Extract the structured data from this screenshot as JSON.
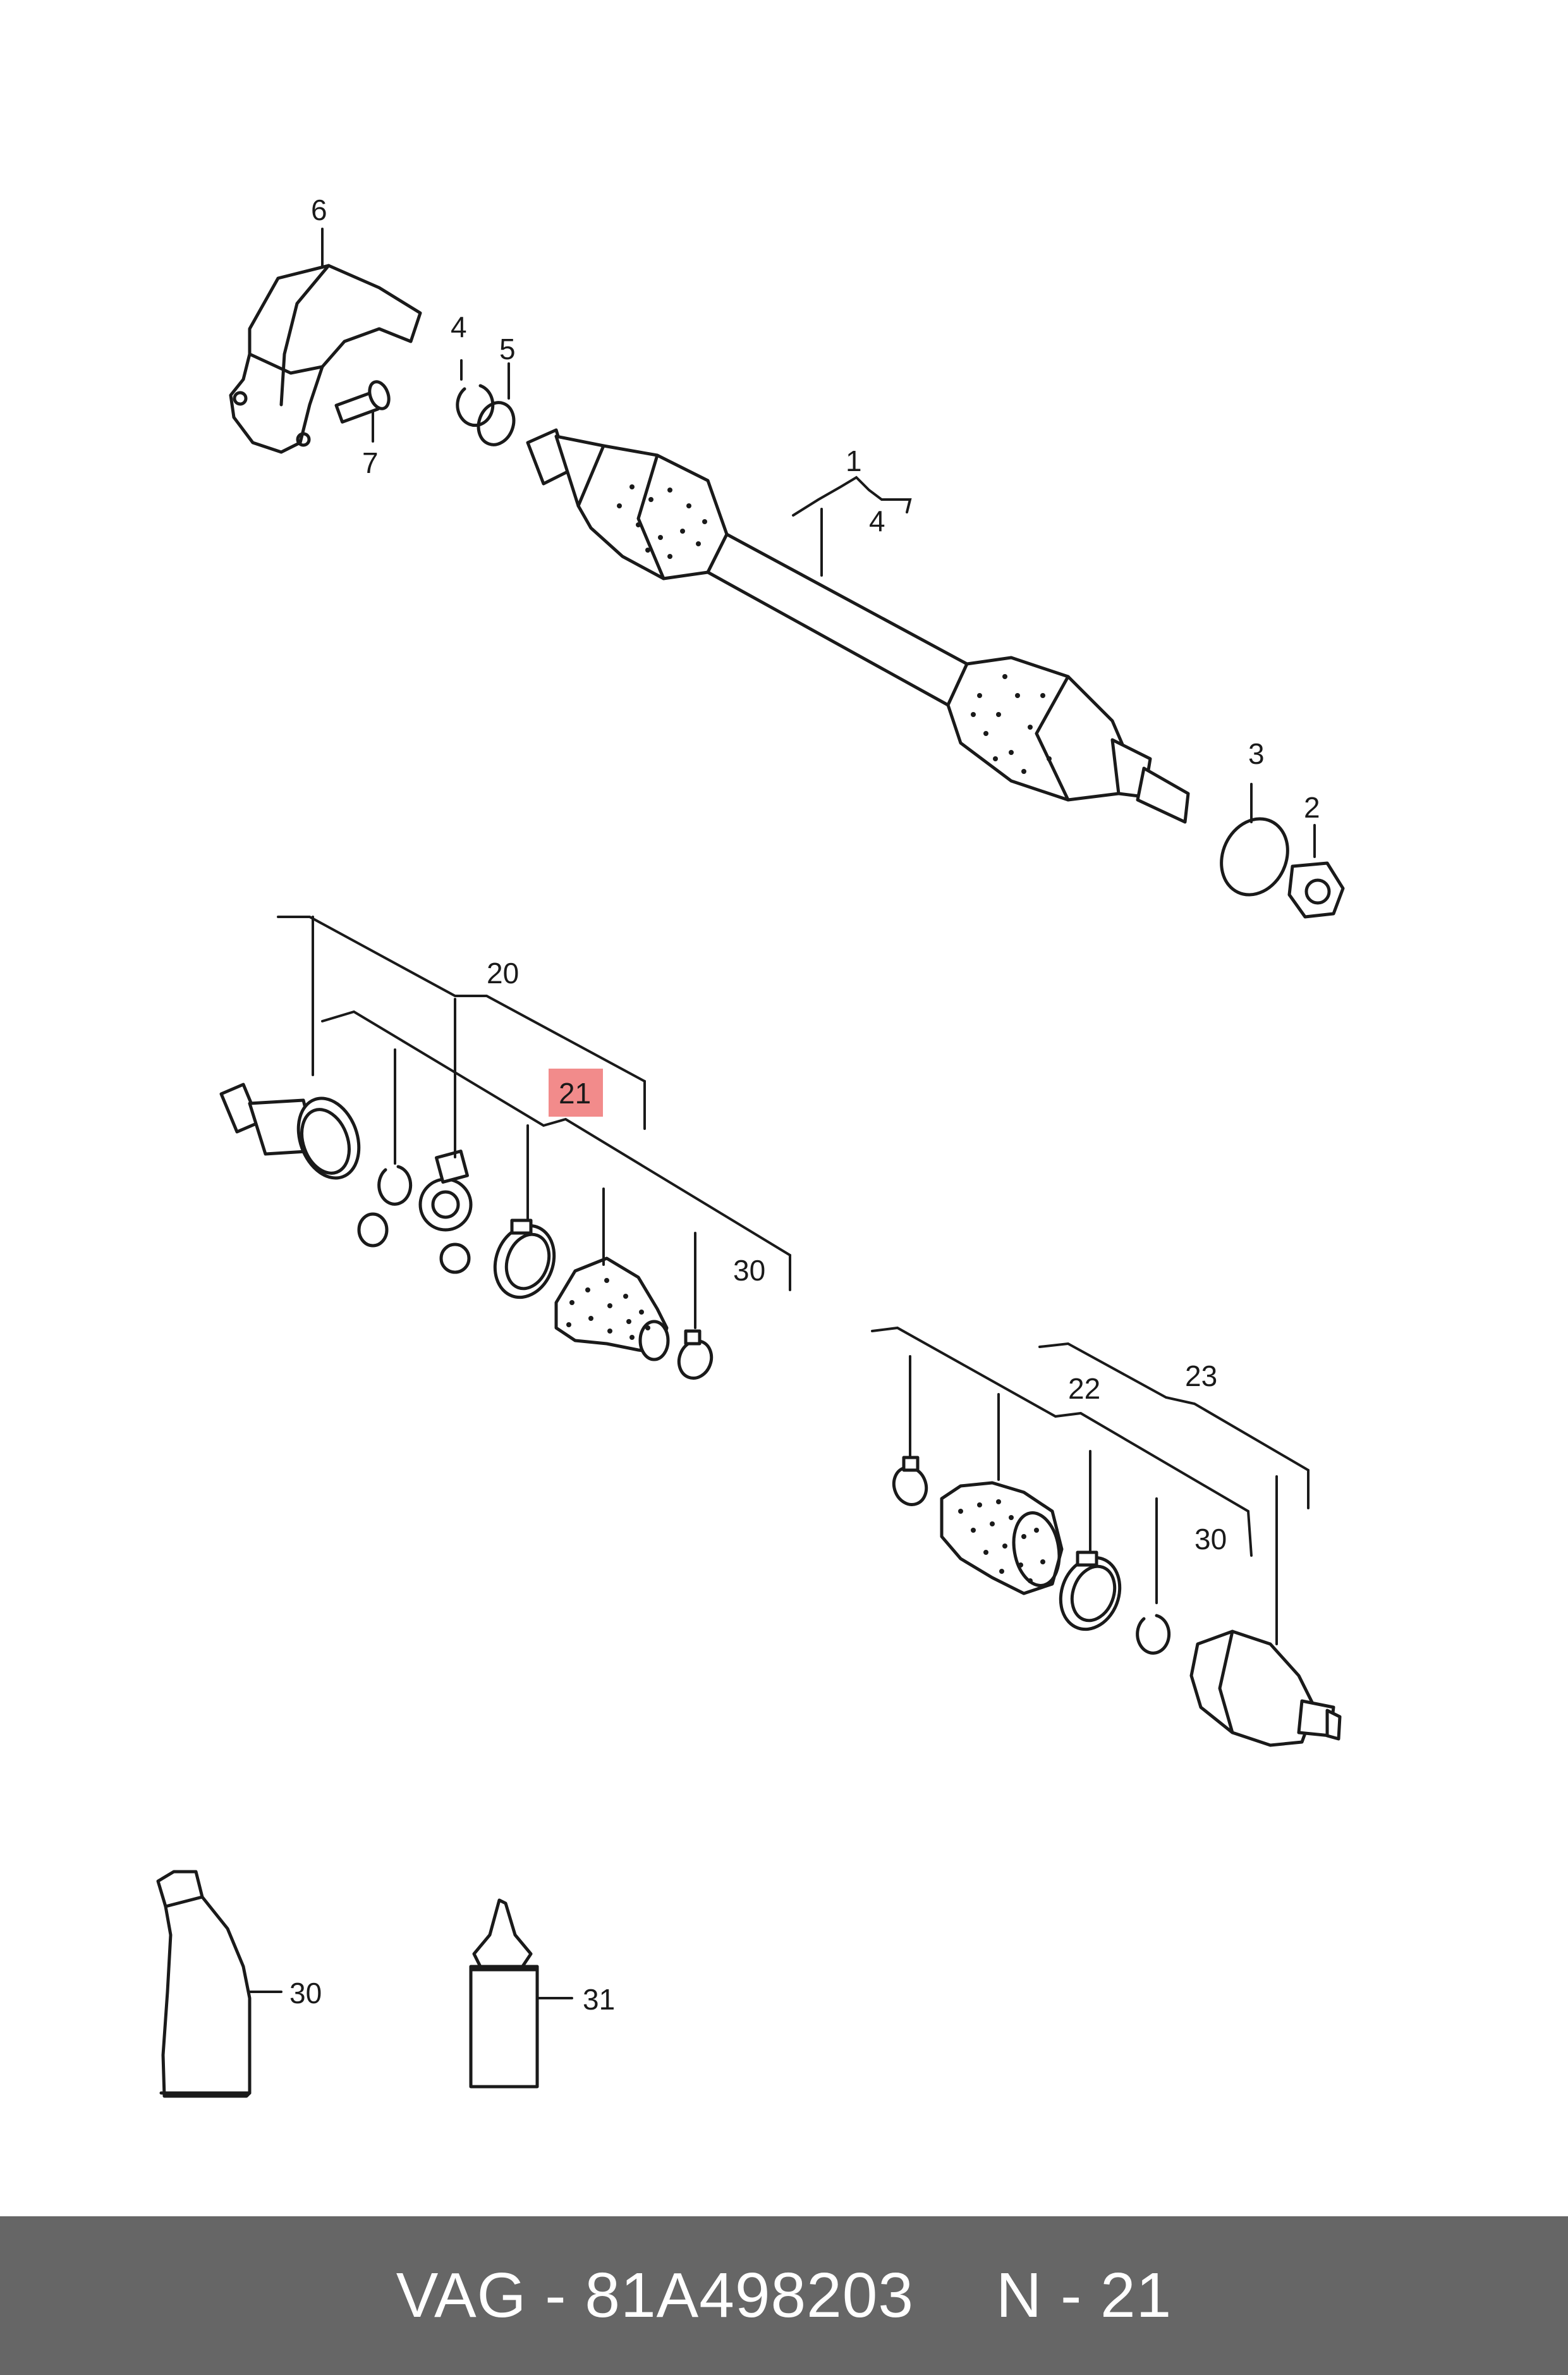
{
  "callouts": {
    "c1": "1",
    "c2": "2",
    "c3": "3",
    "c4a": "4",
    "c4b": "4",
    "c5": "5",
    "c6": "6",
    "c7": "7",
    "c20": "20",
    "c21": "21",
    "c22": "22",
    "c23": "23",
    "c30a": "30",
    "c30b": "30",
    "c30c": "30",
    "c31": "31"
  },
  "highlighted_callout": "21",
  "highlight_color": "#f28b8b",
  "footer": {
    "part_number": "VAG - 81A498203",
    "position": "N - 21"
  },
  "colors": {
    "footer_bg": "#666666",
    "footer_text": "#ffffff",
    "line": "#1a1a1a"
  }
}
